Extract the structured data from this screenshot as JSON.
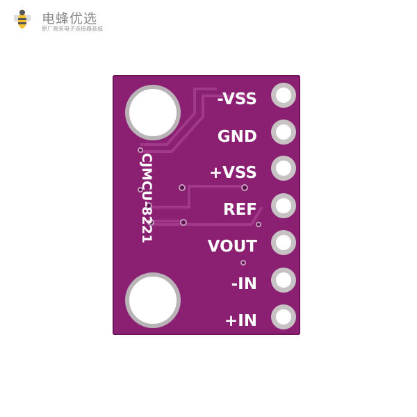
{
  "watermark": {
    "brand": "电蜂优选",
    "tagline": "原厂直采电子连接器商城"
  },
  "board": {
    "name": "CJMCU-8221",
    "pins": [
      "-VSS",
      "GND",
      "+VSS",
      "REF",
      "VOUT",
      "-IN",
      "+IN"
    ],
    "color": "#8b2072"
  }
}
